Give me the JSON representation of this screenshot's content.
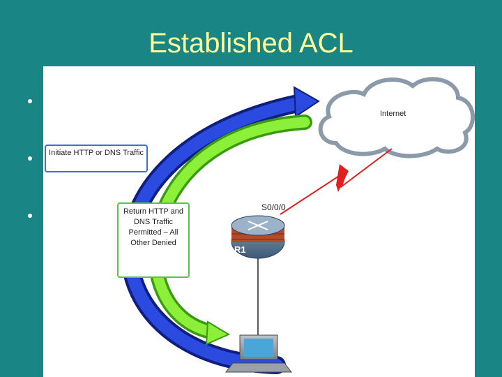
{
  "slide": {
    "title": "Established ACL"
  },
  "diagram": {
    "cloud_label": "Internet",
    "interface_label": "S0/0/0",
    "router_label": "R1",
    "initiate_callout": "Initiate HTTP or DNS Traffic",
    "return_callout": "Return HTTP and DNS Traffic Permitted – All Other Denied"
  },
  "colors": {
    "background": "#1a8585",
    "title": "#ffff99",
    "outbound_arrow": "#1f3fd0",
    "return_arrow": "#6fe01a",
    "link_bolt": "#e02020"
  }
}
